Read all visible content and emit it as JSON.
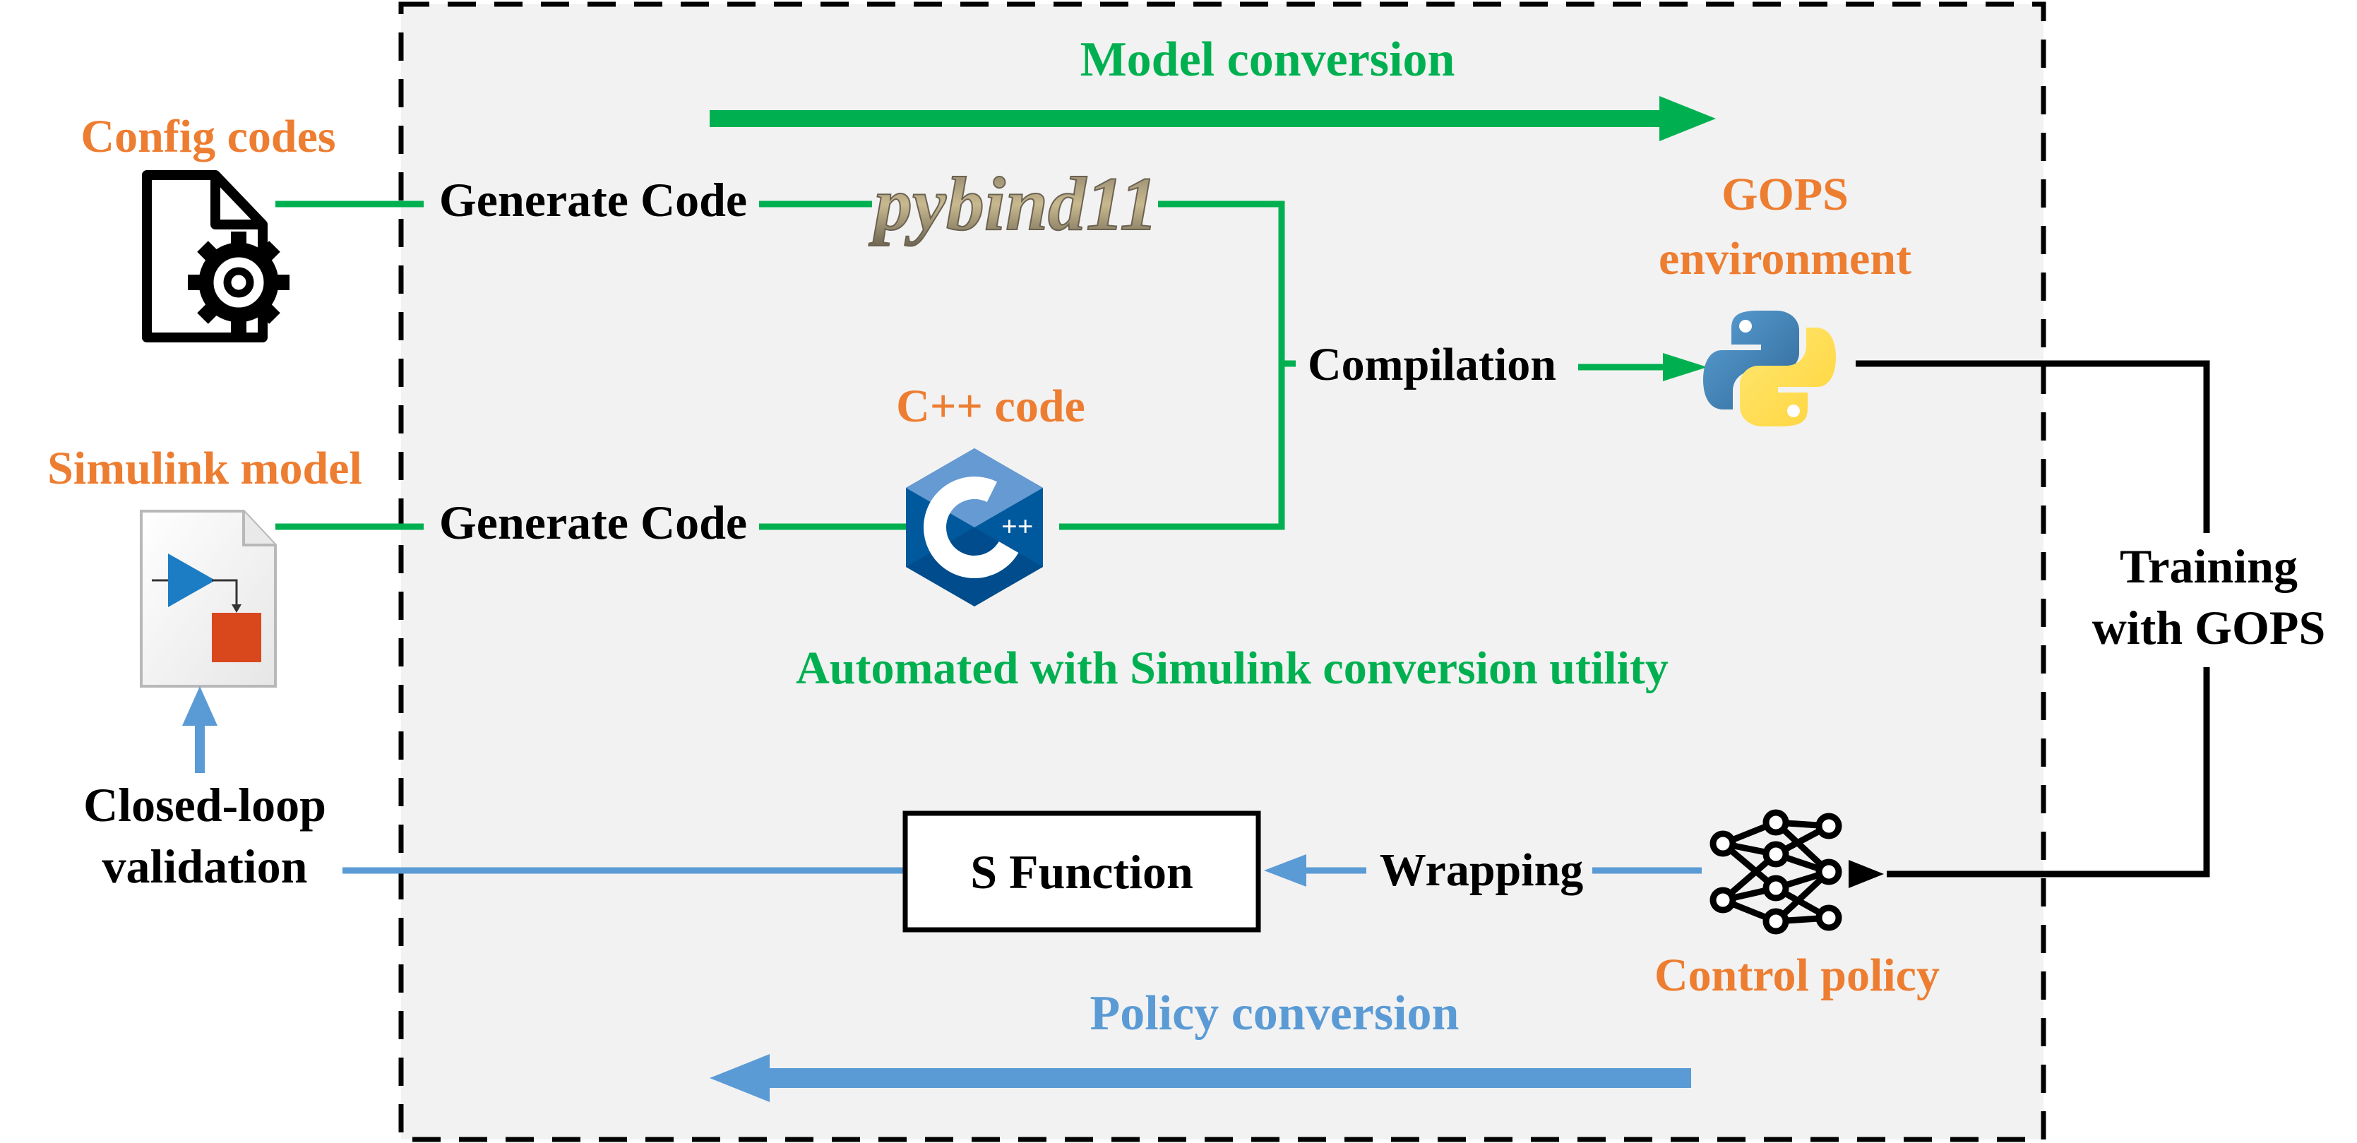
{
  "colors": {
    "green": "#00b050",
    "orange": "#ed7d31",
    "blue": "#5b9bd5",
    "black": "#000000",
    "panel": "#f2f2f2"
  },
  "icons": {
    "config": "config-file-gear-icon",
    "simulink": "simulink-model-file-icon",
    "pybind": "pybind11-logo",
    "cpp": "cpp-logo-icon",
    "python": "python-logo-icon",
    "policy": "neural-network-icon"
  },
  "labels": {
    "model_conversion": "Model conversion",
    "config_codes": "Config codes",
    "generate_code_top": "Generate Code",
    "pybind": "pybind11",
    "gops_env_line1": "GOPS",
    "gops_env_line2": "environment",
    "compilation": "Compilation",
    "cpp_code": "C++ code",
    "simulink_model": "Simulink model",
    "generate_code_bottom": "Generate Code",
    "automated": "Automated with Simulink conversion utility",
    "training_line1": "Training",
    "training_line2": "with GOPS",
    "closed_loop_line1": "Closed-loop",
    "closed_loop_line2": "validation",
    "s_function": "S Function",
    "wrapping": "Wrapping",
    "control_policy": "Control policy",
    "policy_conversion": "Policy conversion"
  }
}
